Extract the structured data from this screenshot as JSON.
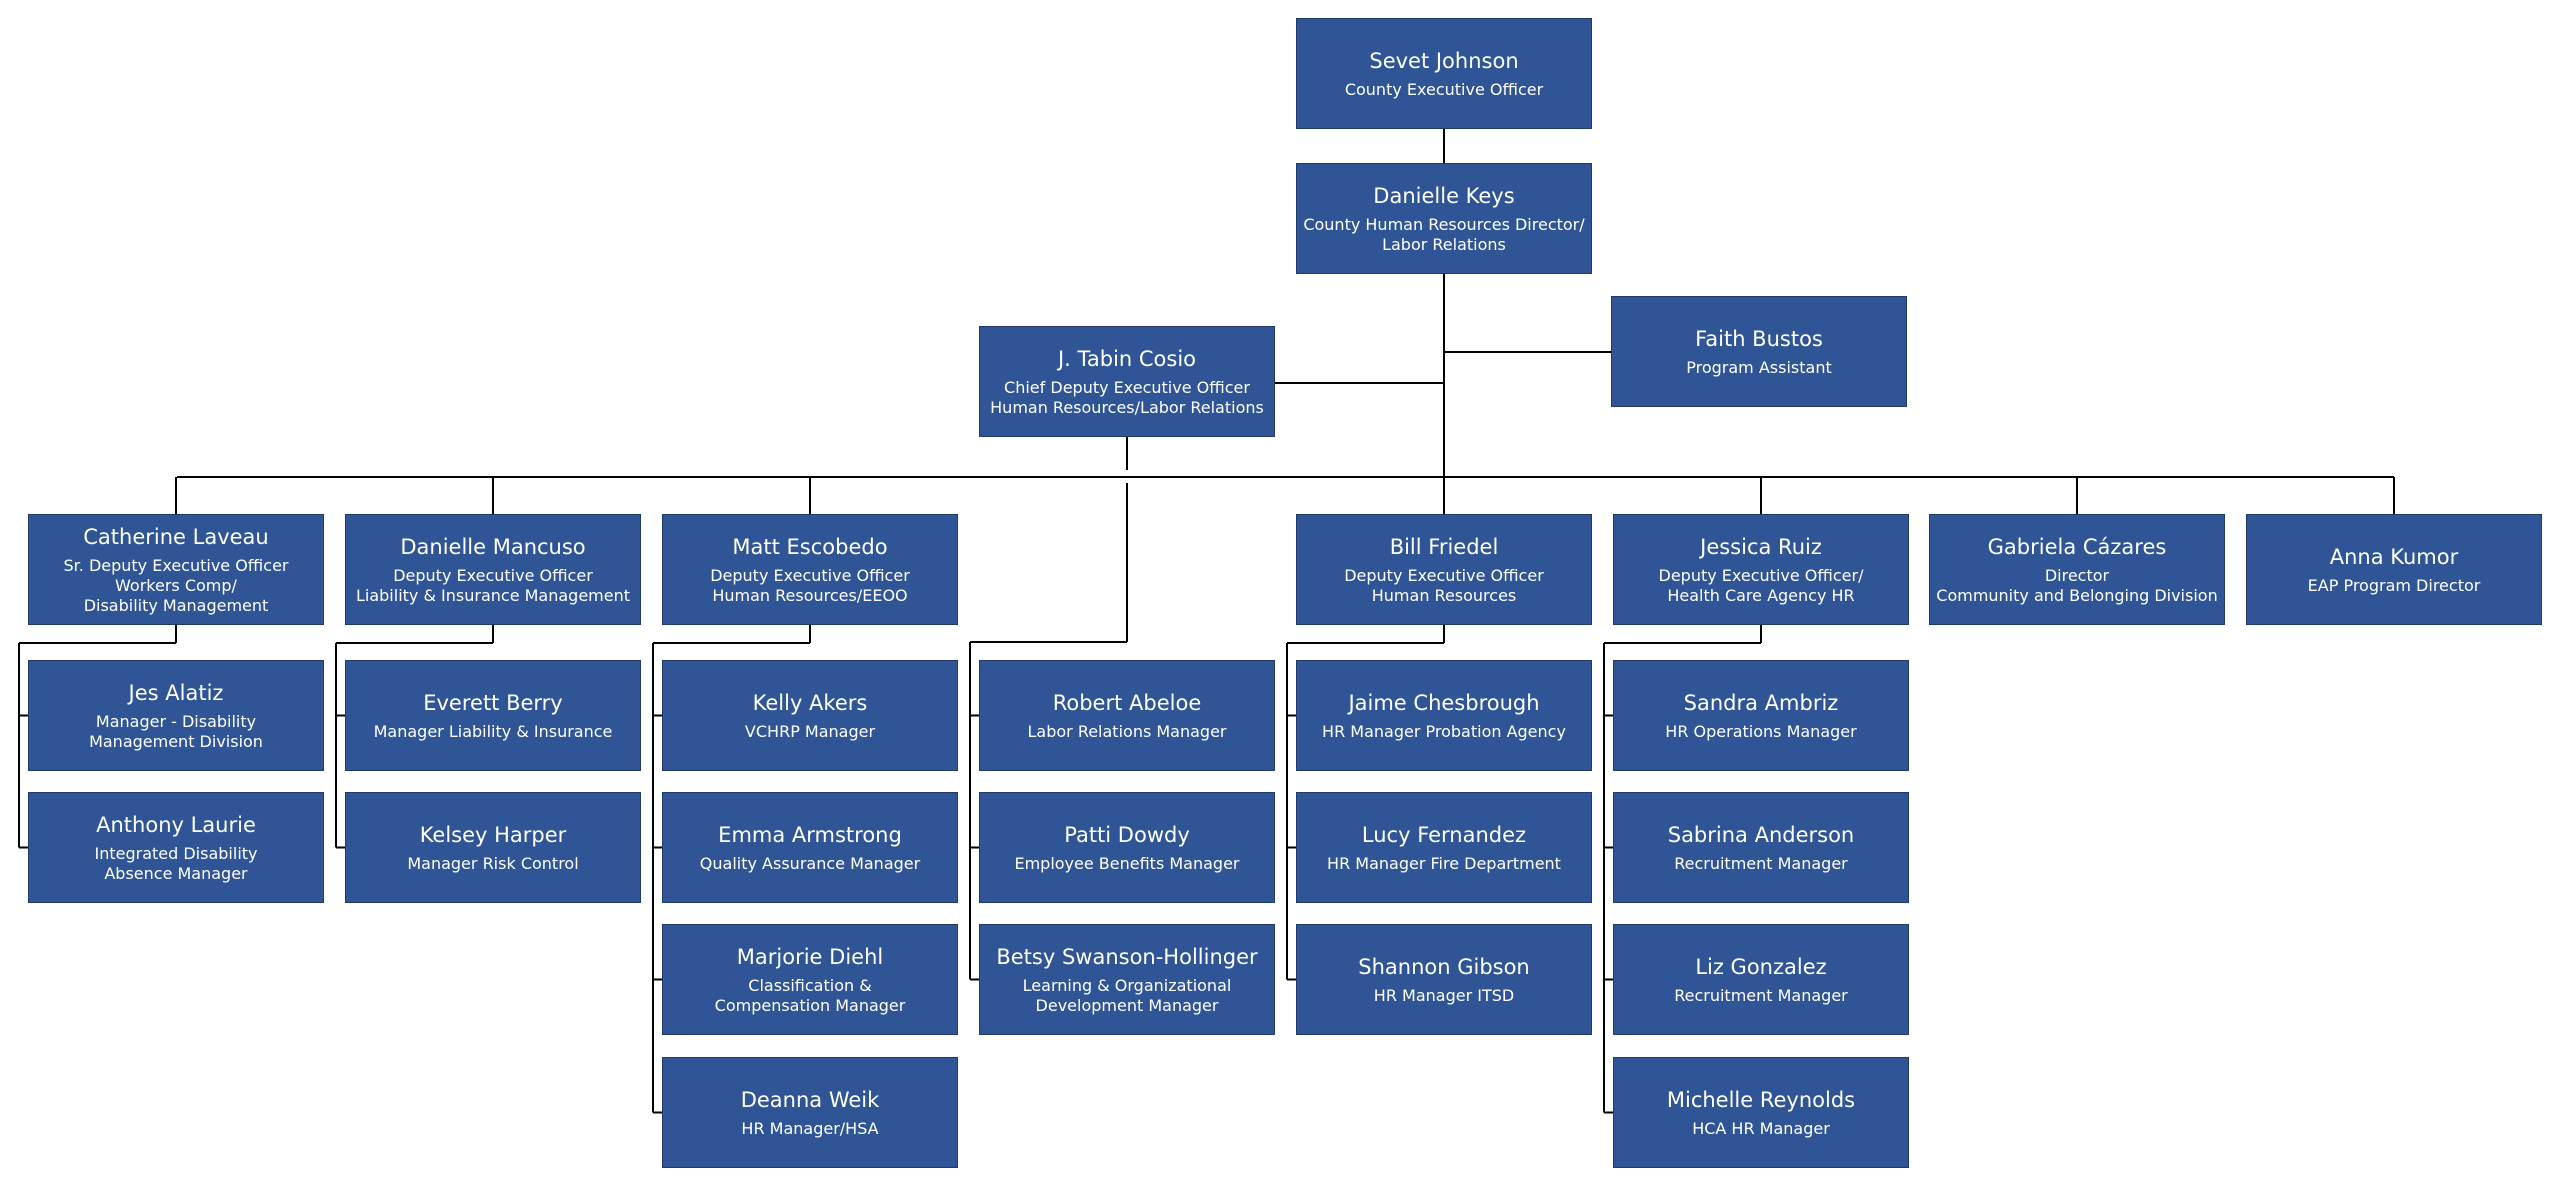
{
  "colors": {
    "box_fill": "#2f5597",
    "box_text": "#ffffff",
    "connector": "#000000"
  },
  "executive": {
    "name": "Sevet Johnson",
    "title": "County Executive Officer"
  },
  "hr_director": {
    "name": "Danielle Keys",
    "title": "County Human Resources Director/\nLabor Relations"
  },
  "assistant": {
    "name": "Faith Bustos",
    "title": "Program Assistant"
  },
  "chief_deputy": {
    "name": "J. Tabin Cosio",
    "title": "Chief Deputy Executive Officer\nHuman Resources/Labor Relations"
  },
  "deputies": [
    {
      "name": "Catherine Laveau",
      "title": "Sr. Deputy Executive Officer\nWorkers Comp/\nDisability Management",
      "reports": [
        {
          "name": "Jes Alatiz",
          "title": "Manager - Disability\nManagement Division"
        },
        {
          "name": "Anthony Laurie",
          "title": "Integrated Disability\nAbsence Manager"
        }
      ]
    },
    {
      "name": "Danielle Mancuso",
      "title": "Deputy Executive Officer\nLiability & Insurance Management",
      "reports": [
        {
          "name": "Everett Berry",
          "title": "Manager Liability & Insurance"
        },
        {
          "name": "Kelsey Harper",
          "title": "Manager Risk Control"
        }
      ]
    },
    {
      "name": "Matt Escobedo",
      "title": "Deputy Executive Officer\nHuman Resources/EEOO",
      "reports": [
        {
          "name": "Kelly Akers",
          "title": "VCHRP Manager"
        },
        {
          "name": "Emma Armstrong",
          "title": "Quality Assurance Manager"
        },
        {
          "name": "Marjorie Diehl",
          "title": "Classification &\nCompensation Manager"
        },
        {
          "name": "Deanna Weik",
          "title": "HR Manager/HSA"
        }
      ]
    },
    {
      "name": "Bill Friedel",
      "title": "Deputy Executive Officer\nHuman Resources",
      "reports": [
        {
          "name": "Jaime Chesbrough",
          "title": "HR Manager Probation Agency"
        },
        {
          "name": "Lucy Fernandez",
          "title": "HR Manager Fire Department"
        },
        {
          "name": "Shannon Gibson",
          "title": "HR Manager ITSD"
        }
      ]
    },
    {
      "name": "Jessica Ruiz",
      "title": "Deputy Executive Officer/\nHealth Care Agency HR",
      "reports": [
        {
          "name": "Sandra Ambriz",
          "title": "HR Operations Manager"
        },
        {
          "name": "Sabrina Anderson",
          "title": "Recruitment Manager"
        },
        {
          "name": "Liz Gonzalez",
          "title": "Recruitment Manager"
        },
        {
          "name": "Michelle Reynolds",
          "title": "HCA HR Manager"
        }
      ]
    },
    {
      "name": "Gabriela Cázares",
      "title": "Director\nCommunity and Belonging Division",
      "reports": []
    },
    {
      "name": "Anna Kumor",
      "title": "EAP Program Director",
      "reports": []
    }
  ],
  "chief_deputy_reports": [
    {
      "name": "Robert Abeloe",
      "title": "Labor Relations Manager"
    },
    {
      "name": "Patti Dowdy",
      "title": "Employee Benefits Manager"
    },
    {
      "name": "Betsy Swanson-Hollinger",
      "title": "Learning & Organizational\nDevelopment Manager"
    }
  ]
}
